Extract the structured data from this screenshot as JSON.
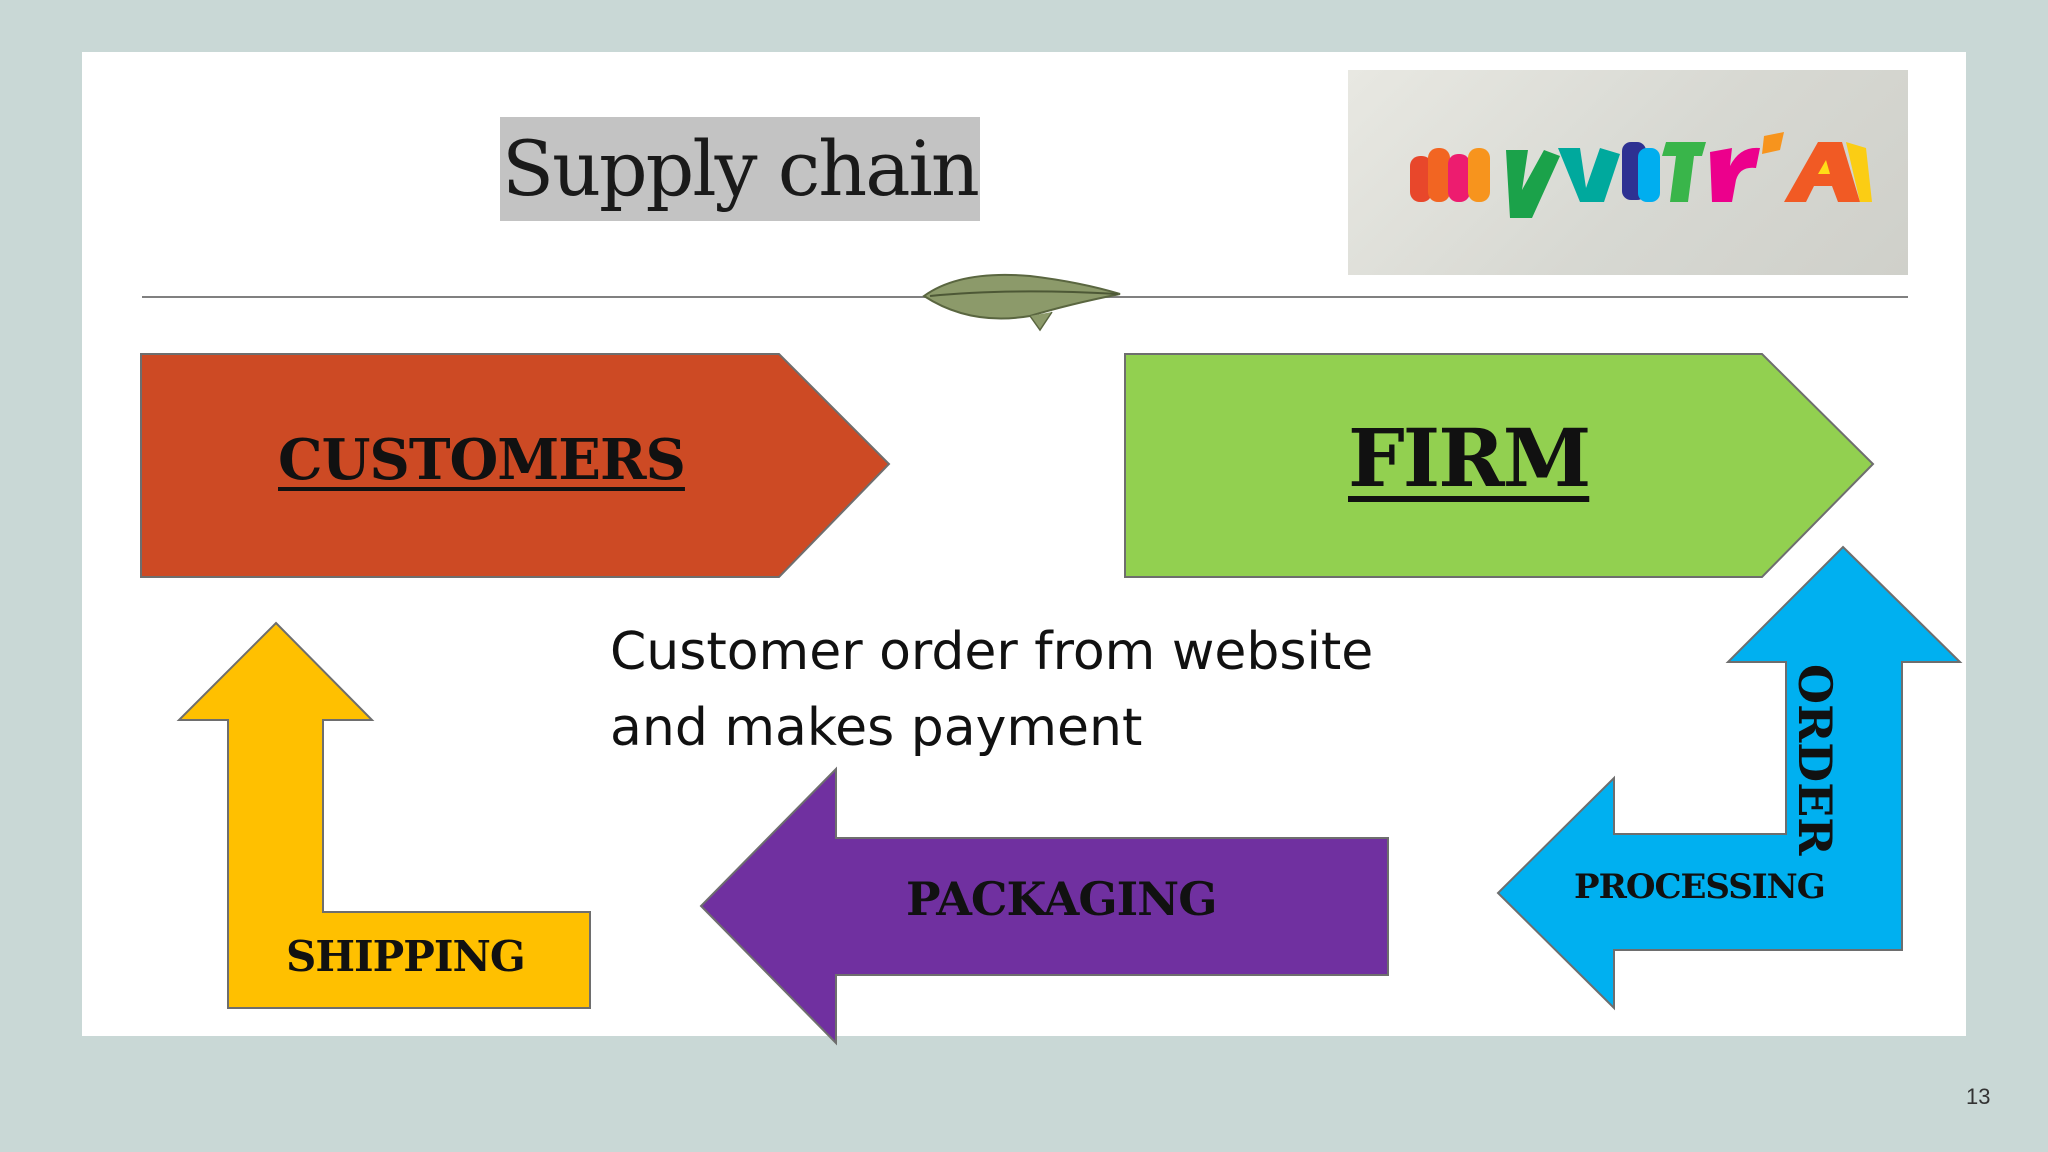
{
  "slide": {
    "title": "Supply chain",
    "logo_text": "myntra",
    "description": "Customer order from website and makes payment",
    "page_number": "13"
  },
  "flow": {
    "customers": {
      "label": "CUSTOMERS",
      "color": "#cd4a24"
    },
    "firm": {
      "label": "FIRM",
      "color": "#92d050"
    },
    "order_processing": {
      "label_top": "ORDER",
      "label_bottom": "PROCESSING",
      "color": "#00b0f0"
    },
    "packaging": {
      "label": "PACKAGING",
      "color": "#7030a0"
    },
    "shipping": {
      "label": "SHIPPING",
      "color": "#ffc000"
    }
  },
  "colors": {
    "background": "#c9d8d6",
    "slide": "#ffffff",
    "title_highlight": "#c3c3c3"
  }
}
